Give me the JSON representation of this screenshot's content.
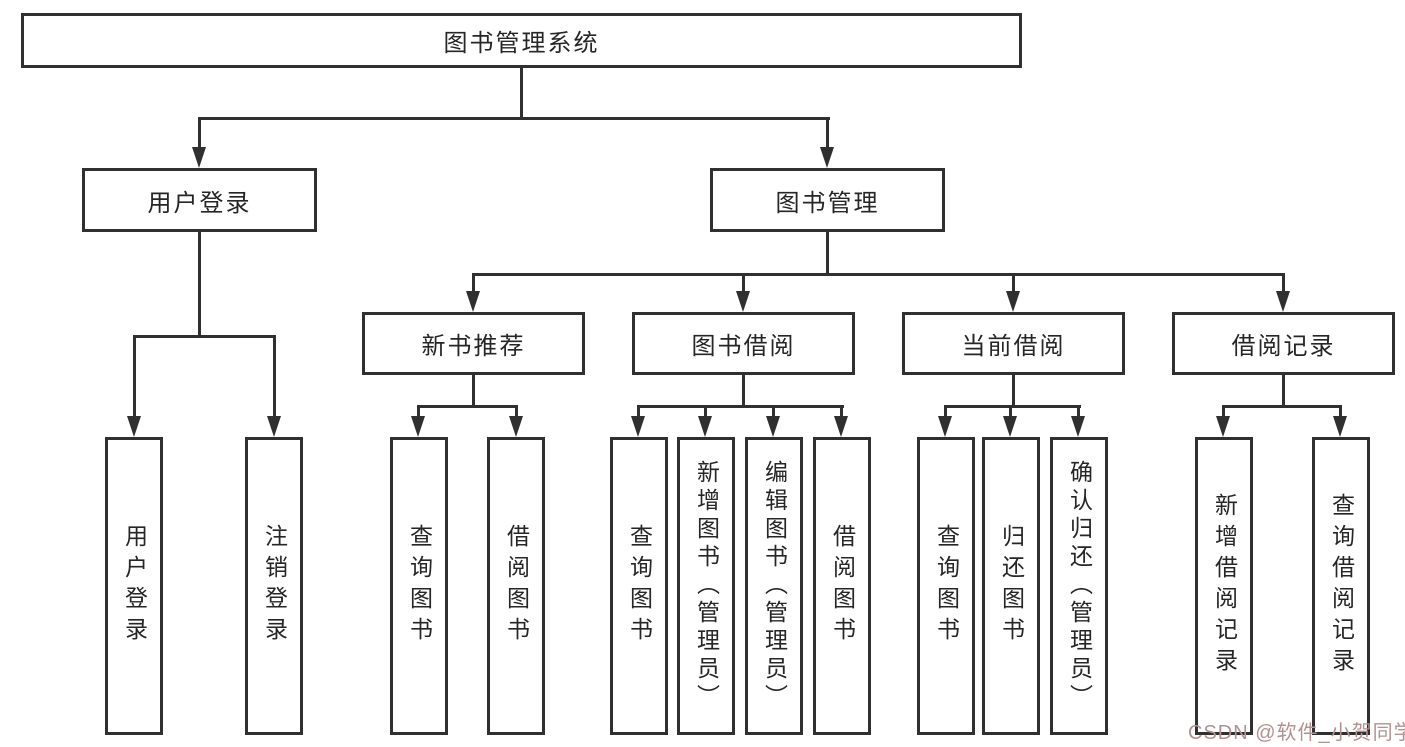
{
  "colors": {
    "line": "#303030",
    "text": "#262626",
    "background": "#ffffff",
    "watermark": "#b29191"
  },
  "nodes": {
    "root": {
      "label": "图书管理系统"
    },
    "user_login": {
      "label": "用户登录"
    },
    "book_mgmt": {
      "label": "图书管理"
    },
    "new_book": {
      "label": "新书推荐"
    },
    "book_borrow": {
      "label": "图书借阅"
    },
    "current_borrow": {
      "label": "当前借阅"
    },
    "borrow_record": {
      "label": "借阅记录"
    },
    "leaf_user_login": {
      "label": "用户登录"
    },
    "leaf_logout": {
      "label": "注销登录"
    },
    "leaf_query_book_1": {
      "label": "查询图书"
    },
    "leaf_borrow_book_1": {
      "label": "借阅图书"
    },
    "leaf_query_book_2": {
      "label": "查询图书"
    },
    "leaf_add_book": {
      "label": "新增图书（管理员）"
    },
    "leaf_edit_book": {
      "label": "编辑图书（管理员）"
    },
    "leaf_borrow_book_2": {
      "label": "借阅图书"
    },
    "leaf_query_book_3": {
      "label": "查询图书"
    },
    "leaf_return_book": {
      "label": "归还图书"
    },
    "leaf_confirm_return": {
      "label": "确认归还（管理员）"
    },
    "leaf_add_record": {
      "label": "新增借阅记录"
    },
    "leaf_query_record": {
      "label": "查询借阅记录"
    }
  },
  "watermark": {
    "text": "CSDN @软件_小贺同学"
  }
}
